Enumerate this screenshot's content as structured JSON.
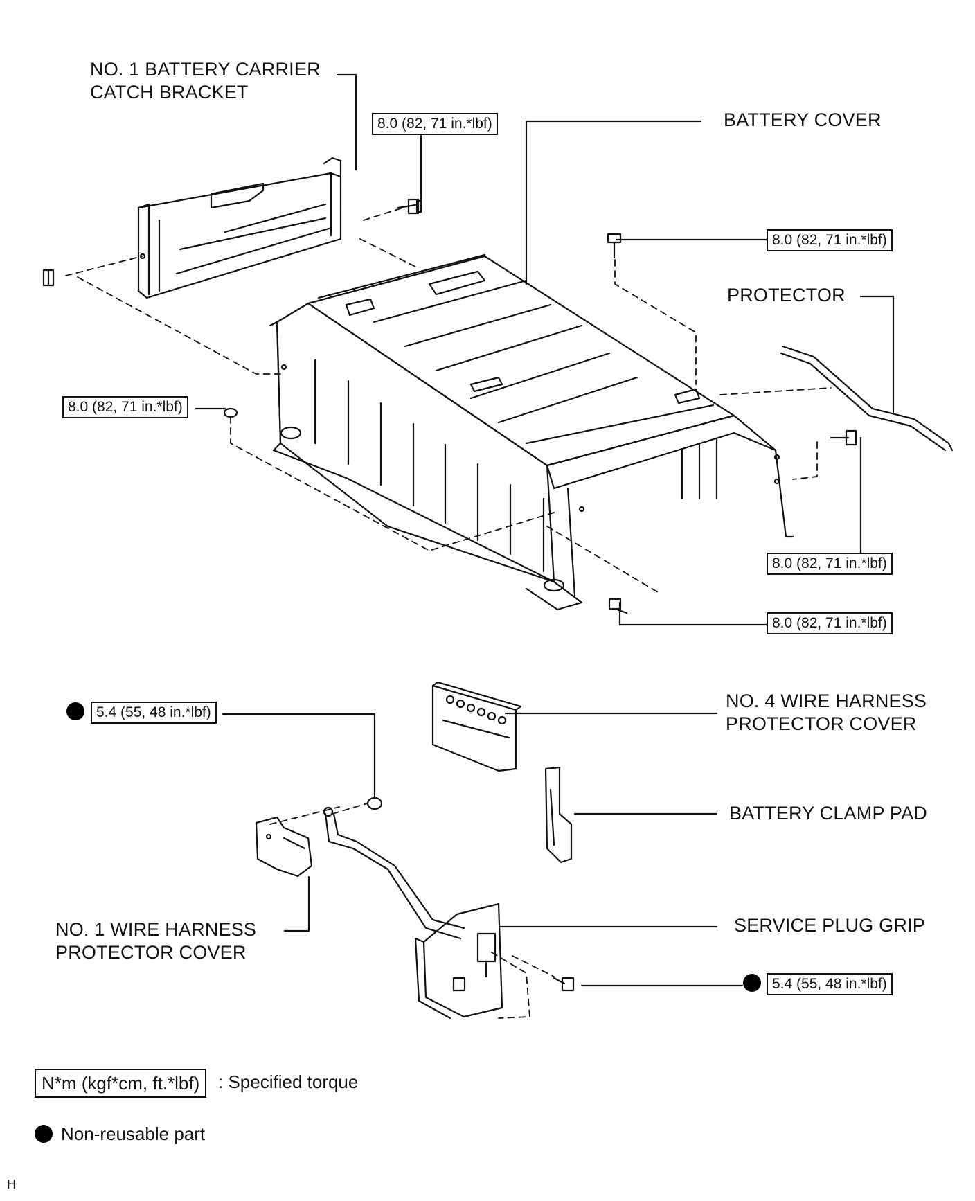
{
  "labels": {
    "carrier_bracket": [
      "NO. 1 BATTERY CARRIER",
      "CATCH BRACKET"
    ],
    "battery_cover": "BATTERY COVER",
    "protector": "PROTECTOR",
    "wh4_cover": [
      "NO. 4 WIRE HARNESS",
      "PROTECTOR COVER"
    ],
    "clamp_pad": "BATTERY CLAMP PAD",
    "service_plug": "SERVICE PLUG GRIP",
    "wh1_cover": [
      "NO. 1 WIRE HARNESS",
      "PROTECTOR COVER"
    ]
  },
  "torques": {
    "bracket_bolt": "8.0 (82, 71 in.*lbf)",
    "cover_top_right": "8.0 (82, 71 in.*lbf)",
    "cover_left": "8.0 (82, 71 in.*lbf)",
    "cover_right_mid": "8.0 (82, 71 in.*lbf)",
    "cover_right_low": "8.0 (82, 71 in.*lbf)",
    "wire_nut": "5.4 (55, 48 in.*lbf)",
    "plug_bolt": "5.4 (55, 48 in.*lbf)"
  },
  "legend": {
    "torque_box": "N*m (kgf*cm, ft.*lbf)",
    "torque_text": ": Specified torque",
    "nonreusable_text": "Non-reusable part"
  },
  "corner_mark": "H"
}
